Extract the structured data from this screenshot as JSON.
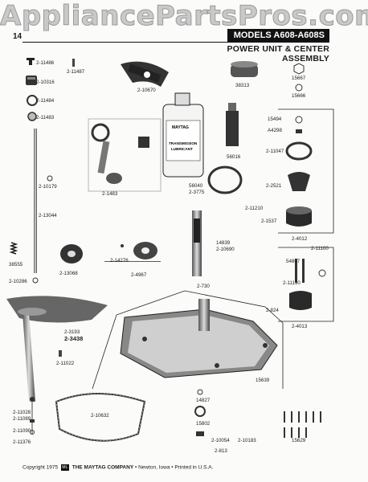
{
  "watermark": "AppliancePartsPros.com",
  "header": {
    "page_number": "14",
    "models": "MODELS A608-A608S",
    "section_title": "POWER UNIT & CENTER ASSEMBLY"
  },
  "part_labels": {
    "p2_11486": "2-11486",
    "p2_11487": "2-11487",
    "p2_10316": "2-10316",
    "p2_11484": "2-11484",
    "p2_11483": "2-11483",
    "p2_10670": "2-10670",
    "p38313": "38313",
    "p15667": "15667",
    "p15666": "15666",
    "p2_1483": "2-1483",
    "p2_10179": "2-10179",
    "p56016": "56016",
    "p56040": "56040",
    "p2_3775": "2-3775",
    "p15494": "15494",
    "pA4298": "A4298",
    "p2_11047": "2-11047",
    "p2_2521": "2-2521",
    "p2_11210": "2-11210",
    "p2_13044": "2-13044",
    "p2_1537": "2-1537",
    "p2_4012": "2-4012",
    "p14839": "14839",
    "p2_10690": "2-10690",
    "p2_11100": "2-11100",
    "p38555": "38555",
    "p2_13068": "2-13068",
    "p2_14276": "2-14276",
    "p2_4967": "2-4967",
    "p54867": "54867",
    "p2_11130": "2-11130",
    "p2_10286": "2-10286",
    "p2_730": "2-730",
    "p2_824": "2-824",
    "p2_4013": "2-4013",
    "p2_3193": "2-3193",
    "p2_3438": "2-3438",
    "p2_11022": "2-11022",
    "p15639": "15639",
    "p14827": "14827",
    "p2_11028": "2-11028",
    "p2_11089": "2-11089",
    "p2_10632": "2-10632",
    "p15802": "15802",
    "p2_11090": "2-11090",
    "p2_10054": "2-10054",
    "p2_10183": "2-10183",
    "p15629": "15629",
    "p2_11376": "2-11376",
    "p2_813": "2-813"
  },
  "bottle_text": {
    "brand": "MAYTAG",
    "line1": "TRANSMISSION",
    "line2": "LUBRICANT"
  },
  "footer": {
    "copyright": "Copyright 1975",
    "logo_text": "ML",
    "company": "THE MAYTAG COMPANY",
    "location": "• Newton, Iowa • Printed in U.S.A."
  }
}
